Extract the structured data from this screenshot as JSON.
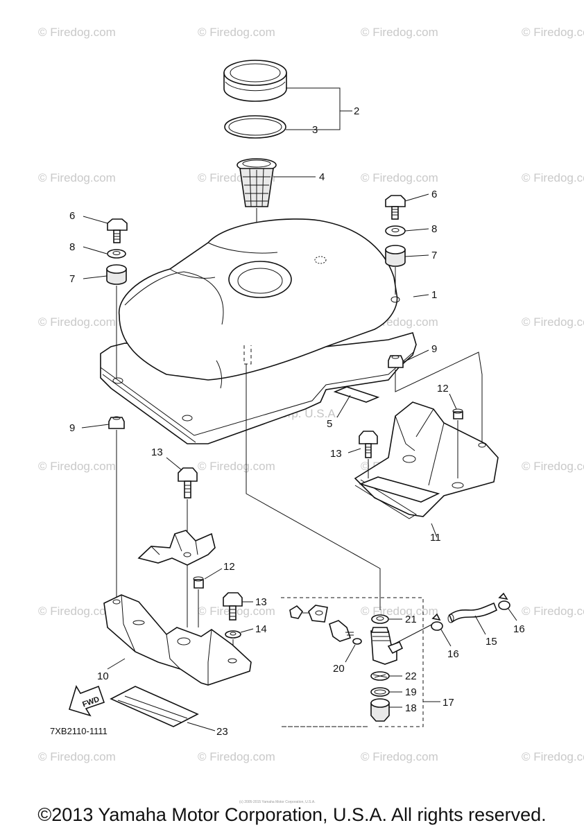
{
  "watermark": {
    "text": "© Firedog.com",
    "center_text": "Yamaha Motor Corp. U.S.A."
  },
  "callouts": [
    "1",
    "2",
    "3",
    "4",
    "5",
    "6",
    "6",
    "7",
    "7",
    "8",
    "8",
    "9",
    "9",
    "10",
    "11",
    "12",
    "12",
    "13",
    "13",
    "13",
    "14",
    "15",
    "16",
    "16",
    "17",
    "18",
    "19",
    "20",
    "21",
    "22",
    "23"
  ],
  "diagram_code": "7XB2110-1111",
  "fwd_label": "FWD",
  "small_print": "(c) 2005-2015 Yamaha Motor Corporation, U.S.A.",
  "footer": {
    "copyright": "©2013 Yamaha Motor Corporation, U.S.A. All rights reserved."
  }
}
